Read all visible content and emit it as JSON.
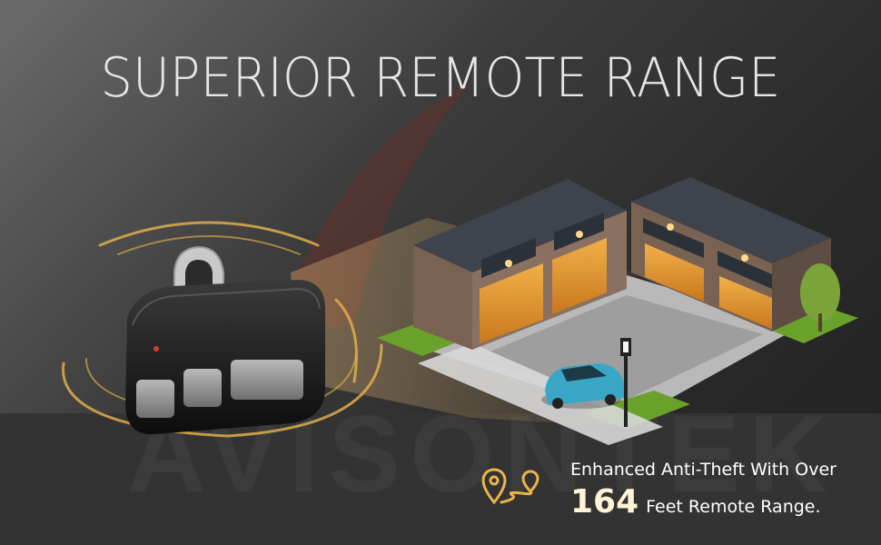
{
  "banner": {
    "headline": "SUPERIOR REMOTE RANGE",
    "watermark": "AVISONTEK",
    "caption_line1": "Enhanced Anti-Theft With Over",
    "caption_number": "164",
    "caption_line2_rest": "Feet Remote Range."
  },
  "icons": {
    "route": "location-route-icon"
  },
  "colors": {
    "headline": "#e6e6e6",
    "accent_gold": "#e9b44c",
    "garage_door": "#e59a2c",
    "car": "#3aa6c6",
    "band": "#333333"
  }
}
